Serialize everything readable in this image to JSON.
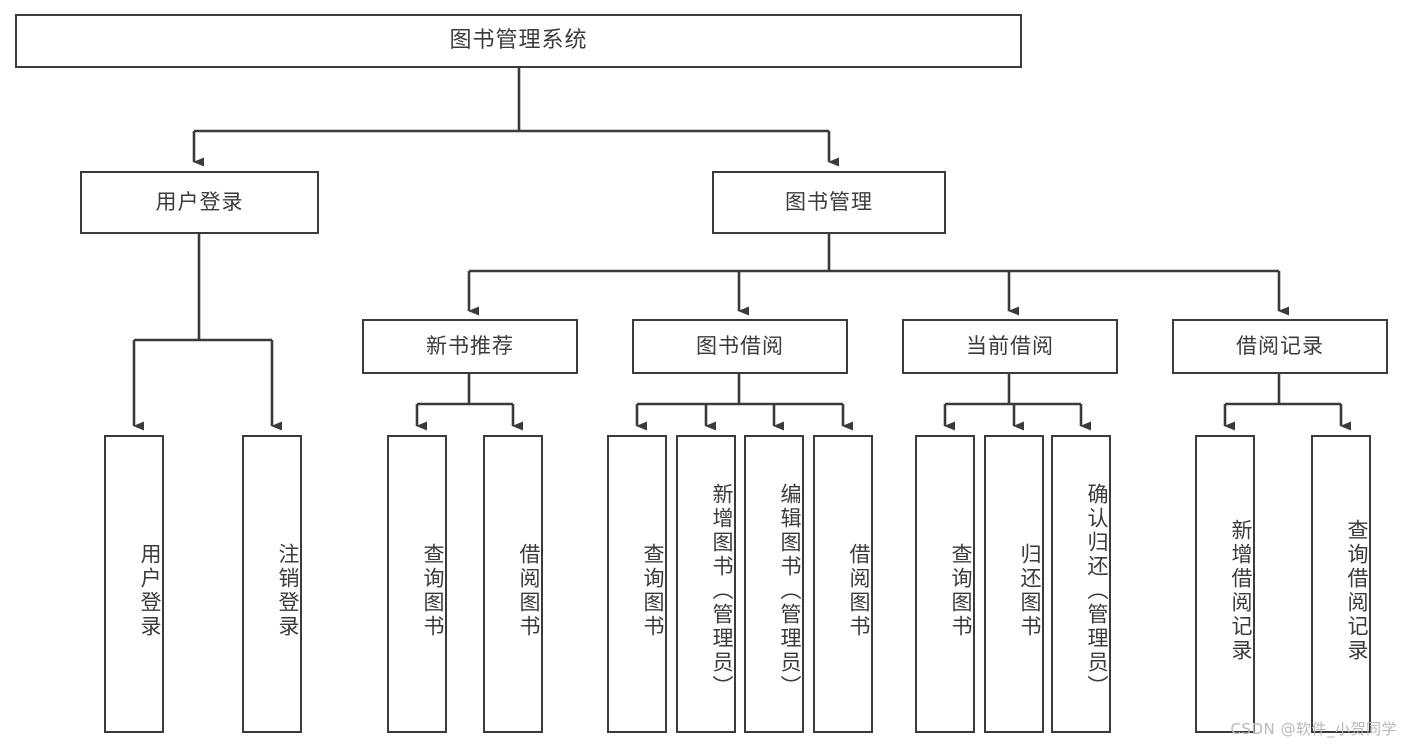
{
  "diagram": {
    "title": "图书管理系统",
    "type": "hierarchy-tree",
    "colors": {
      "border": "#3b3b3b",
      "text": "#3b3b3b",
      "background": "#ffffff",
      "watermark": "#b9b9b9"
    },
    "levels": {
      "level1": [
        {
          "id": "root",
          "label": "图书管理系统"
        }
      ],
      "level2": [
        {
          "id": "user-login",
          "label": "用户登录",
          "parent": "root"
        },
        {
          "id": "book-manage",
          "label": "图书管理",
          "parent": "root"
        }
      ],
      "level3": [
        {
          "id": "new-book-recommend",
          "label": "新书推荐",
          "parent": "book-manage"
        },
        {
          "id": "book-borrow",
          "label": "图书借阅",
          "parent": "book-manage"
        },
        {
          "id": "current-borrow",
          "label": "当前借阅",
          "parent": "book-manage"
        },
        {
          "id": "borrow-record",
          "label": "借阅记录",
          "parent": "book-manage"
        }
      ],
      "level4": [
        {
          "id": "leaf-user-login",
          "label": "用户登录",
          "parent": "user-login"
        },
        {
          "id": "leaf-logout",
          "label": "注销登录",
          "parent": "user-login"
        },
        {
          "id": "leaf-query-book-1",
          "label": "查询图书",
          "parent": "new-book-recommend"
        },
        {
          "id": "leaf-borrow-book-1",
          "label": "借阅图书",
          "parent": "new-book-recommend"
        },
        {
          "id": "leaf-query-book-2",
          "label": "查询图书",
          "parent": "book-borrow"
        },
        {
          "id": "leaf-add-book",
          "label": "新增图书（管理员）",
          "parent": "book-borrow"
        },
        {
          "id": "leaf-edit-book",
          "label": "编辑图书（管理员）",
          "parent": "book-borrow"
        },
        {
          "id": "leaf-borrow-book-2",
          "label": "借阅图书",
          "parent": "book-borrow"
        },
        {
          "id": "leaf-query-book-3",
          "label": "查询图书",
          "parent": "current-borrow"
        },
        {
          "id": "leaf-return-book",
          "label": "归还图书",
          "parent": "current-borrow"
        },
        {
          "id": "leaf-confirm-return",
          "label": "确认归还（管理员）",
          "parent": "current-borrow"
        },
        {
          "id": "leaf-add-record",
          "label": "新增借阅记录",
          "parent": "borrow-record"
        },
        {
          "id": "leaf-query-record",
          "label": "查询借阅记录",
          "parent": "borrow-record"
        }
      ]
    },
    "watermark": "CSDN @软件_小贺同学"
  }
}
